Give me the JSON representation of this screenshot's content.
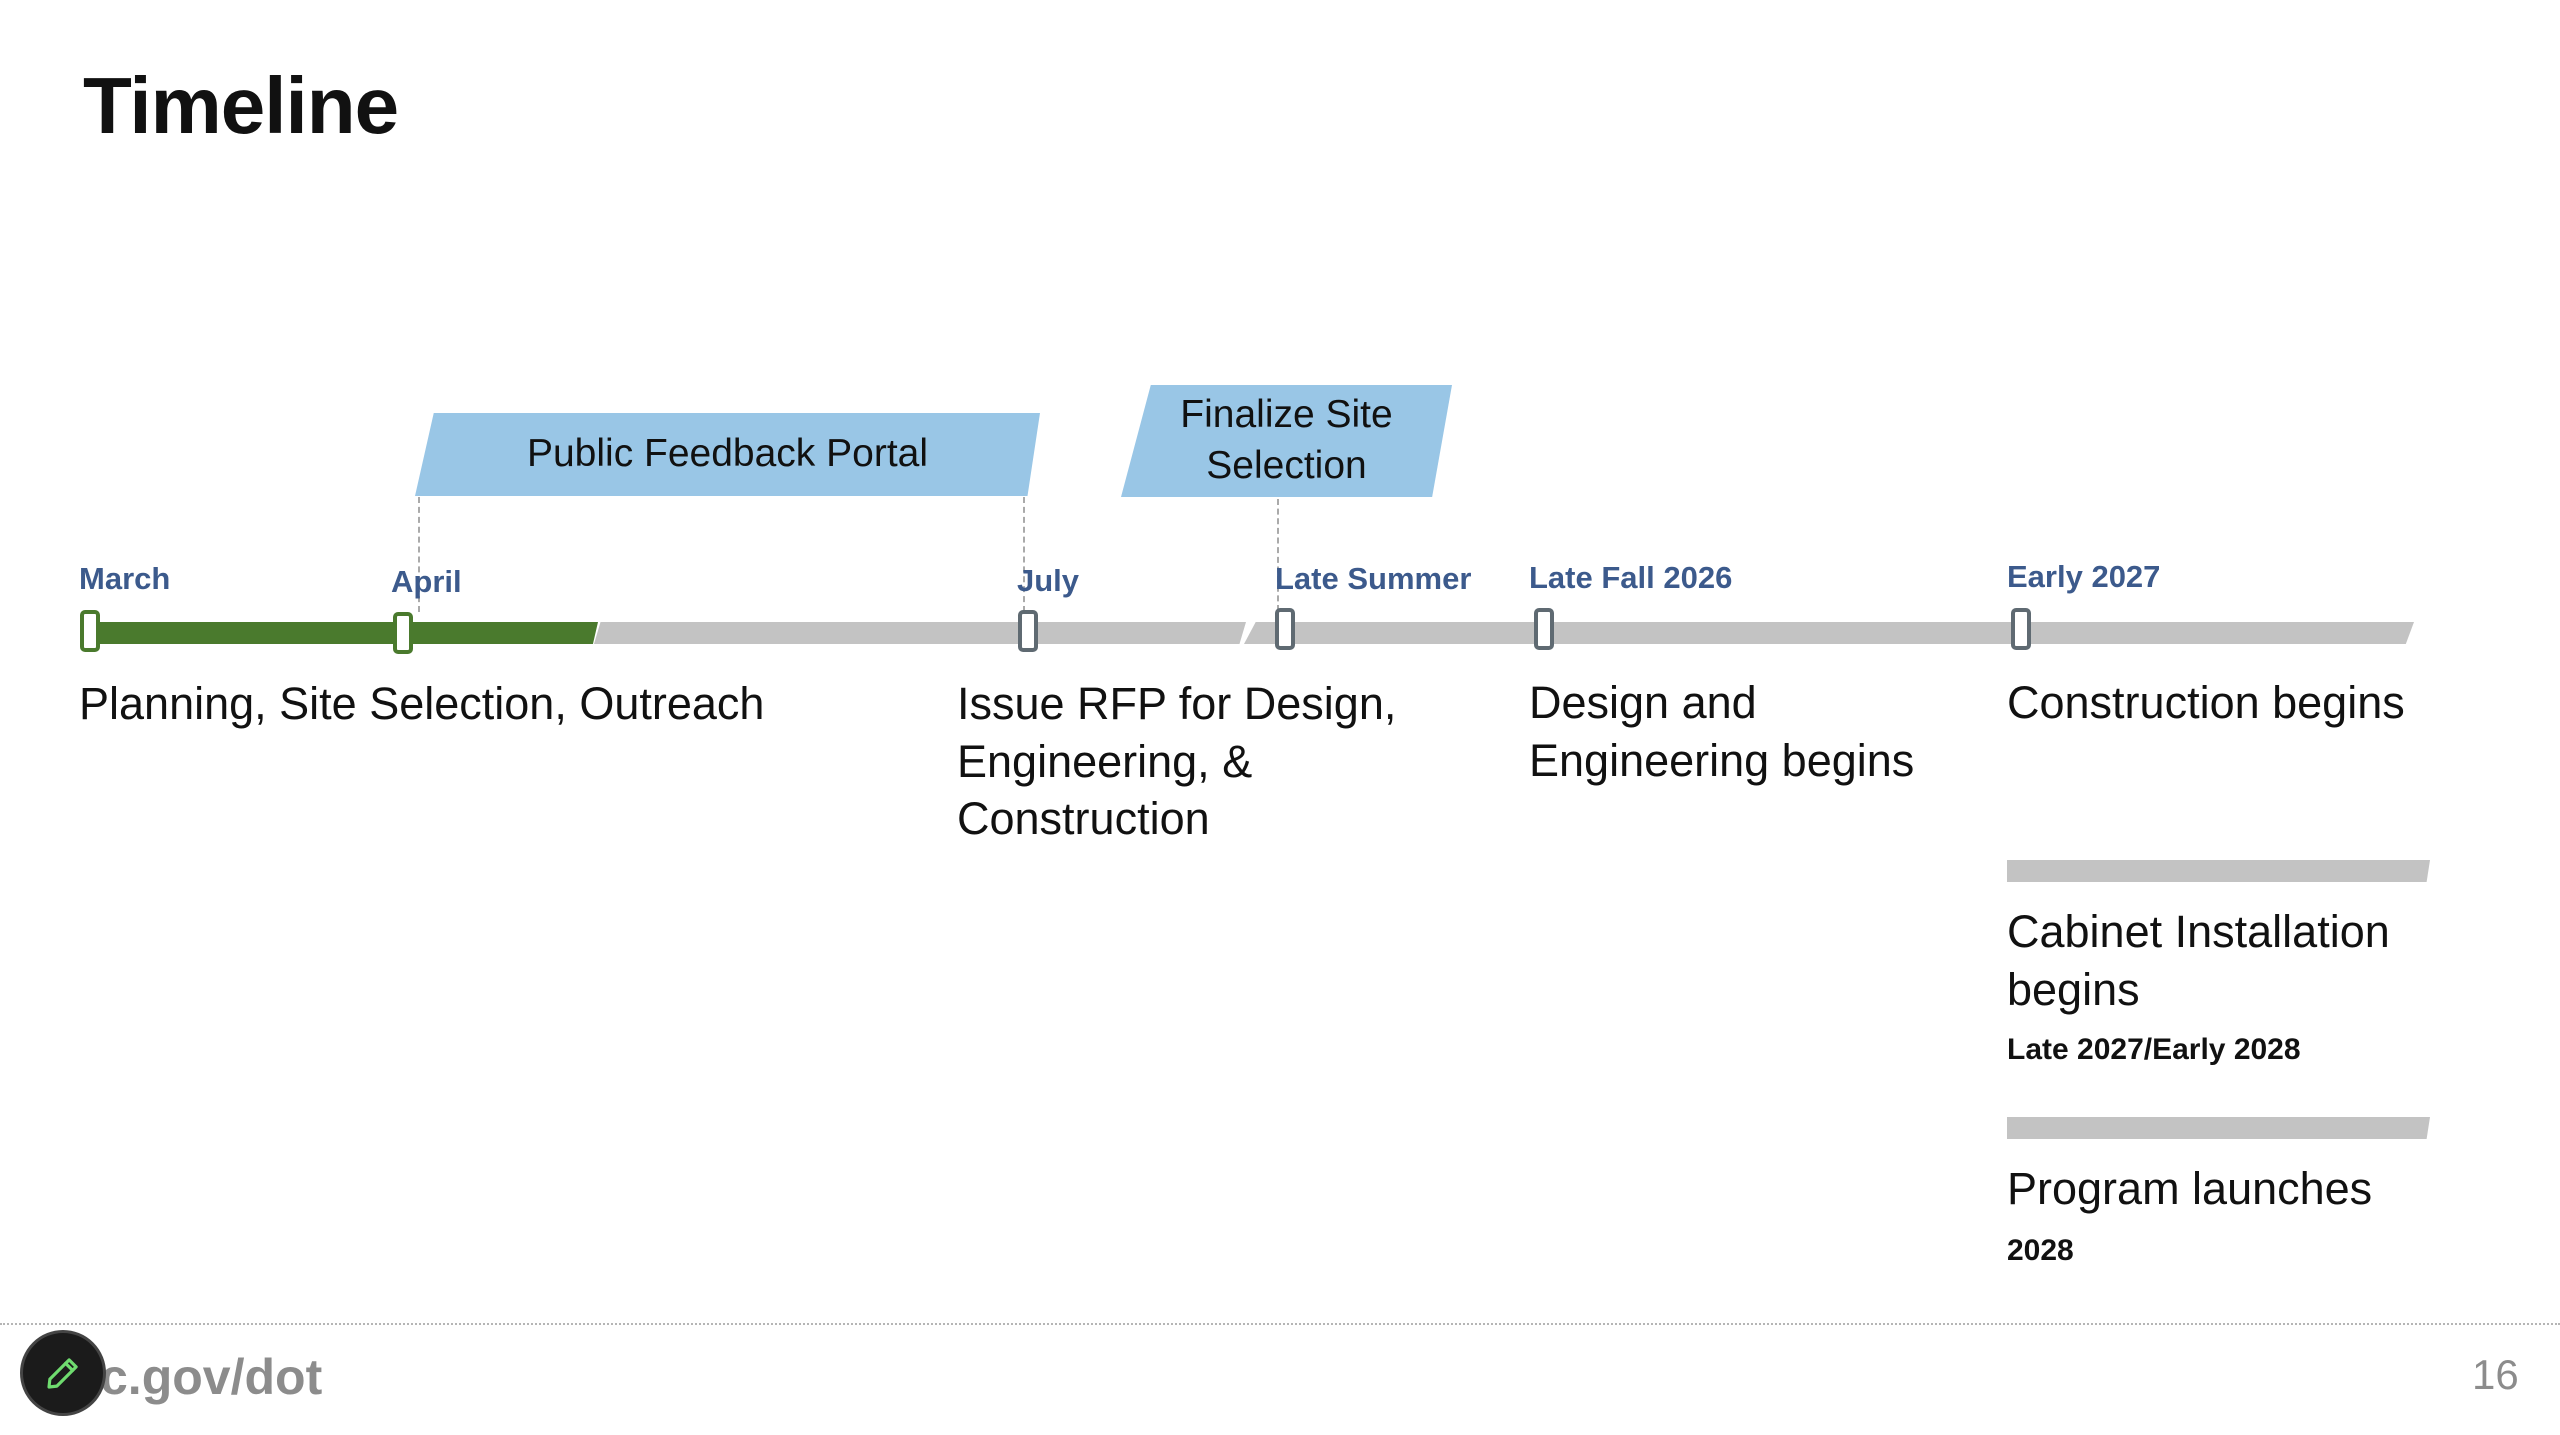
{
  "slide": {
    "title": "Timeline",
    "page_number": "16"
  },
  "banners": {
    "public_feedback": "Public Feedback Portal",
    "finalize_site": "Finalize Site Selection"
  },
  "milestones": [
    {
      "label": "March"
    },
    {
      "label": "April"
    },
    {
      "label": "July"
    },
    {
      "label": "Late Summer"
    },
    {
      "label": "Late Fall 2026"
    },
    {
      "label": "Early 2027"
    }
  ],
  "descriptions": {
    "planning": "Planning, Site Selection, Outreach",
    "rfp": "Issue RFP for Design, Engineering, &  Construction",
    "design": "Design and Engineering begins",
    "construction": "Construction begins",
    "cabinet": "Cabinet Installation begins",
    "cabinet_date": "Late 2027/Early 2028",
    "program": "Program launches",
    "program_date": "2028"
  },
  "footer": {
    "url": "c.gov/dot"
  },
  "colors": {
    "completed": "#4a7a2d",
    "upcoming": "#c3c3c3",
    "banner": "#99c6e6",
    "milestone_label": "#3c5a8c"
  },
  "icons": {
    "edit": "pencil-icon"
  }
}
